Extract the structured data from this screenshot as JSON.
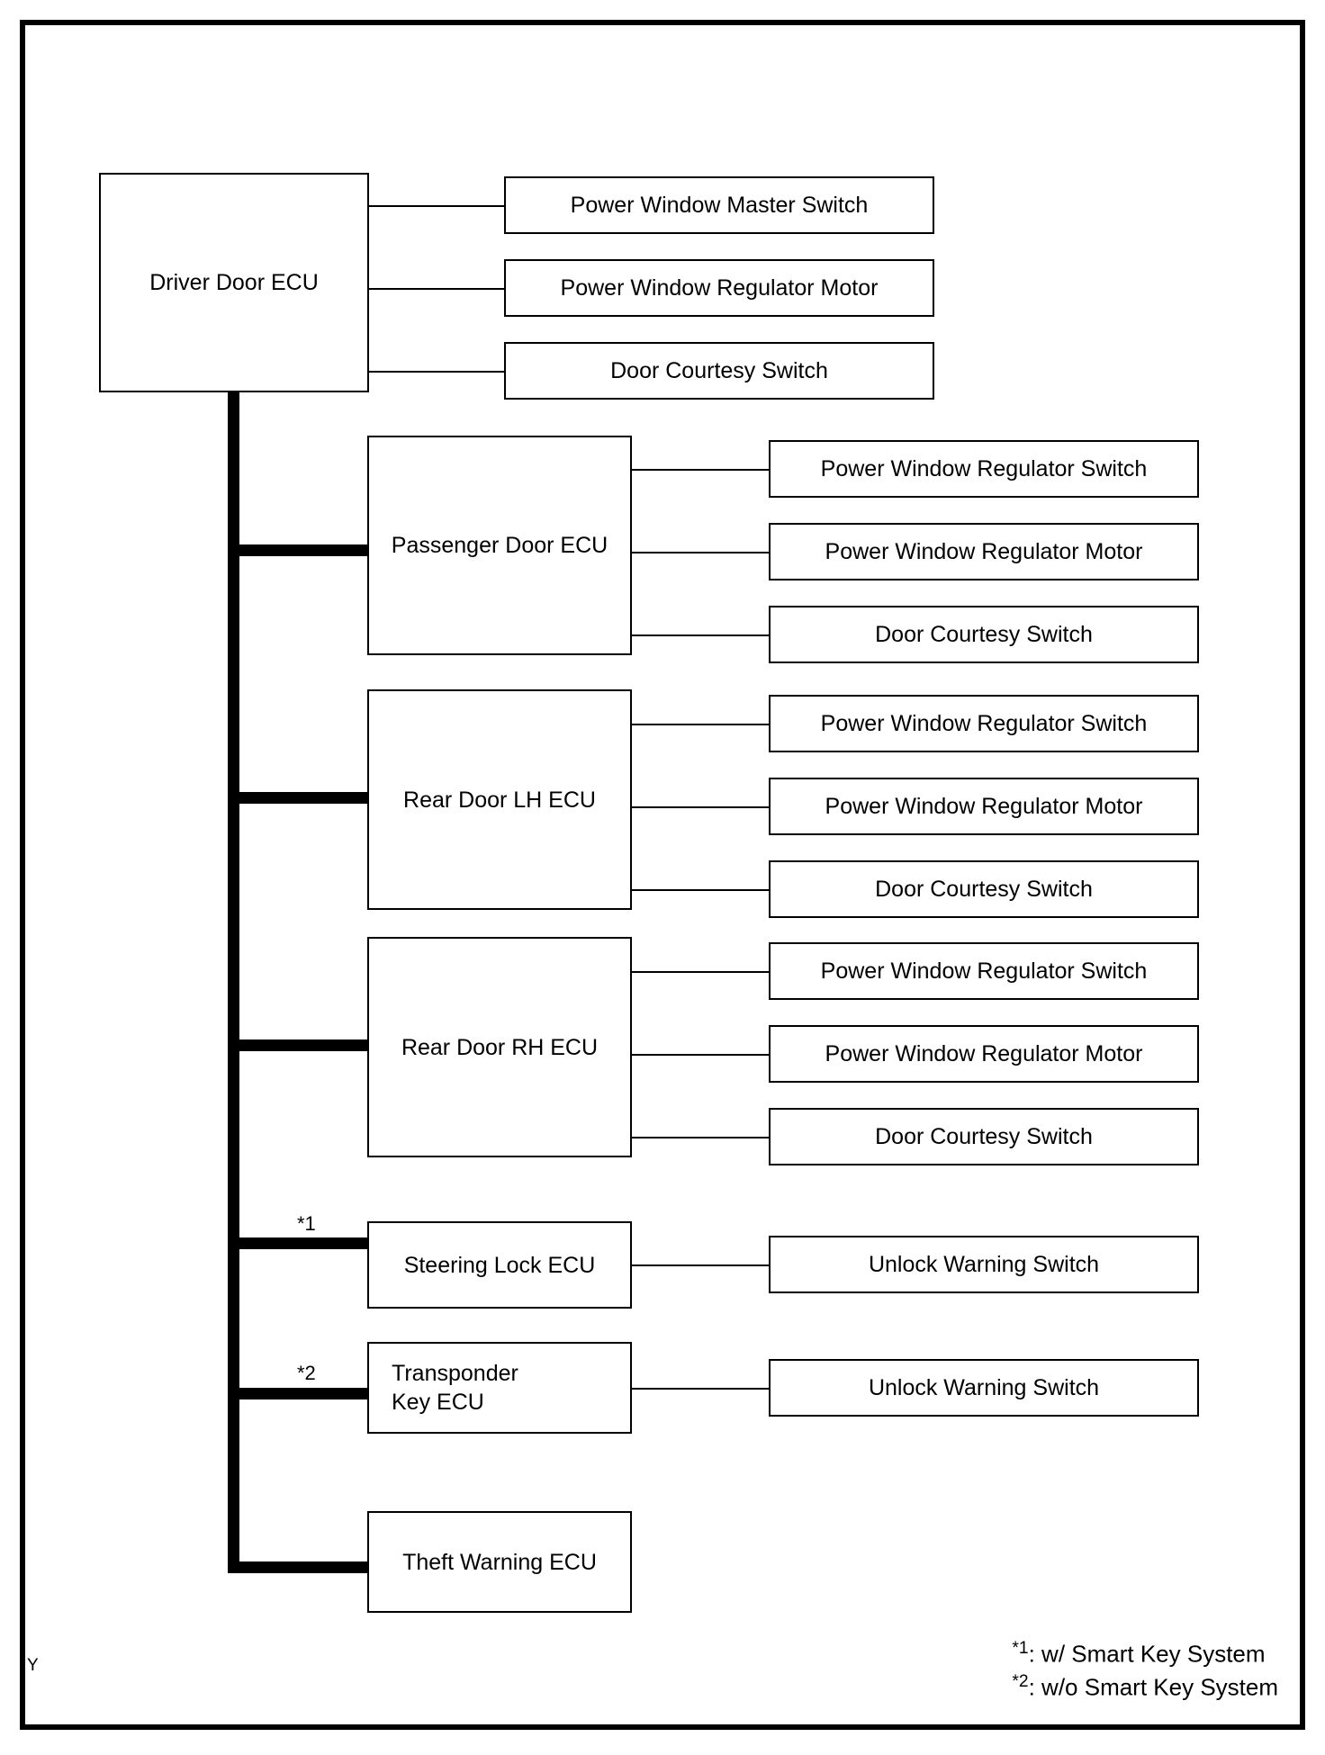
{
  "page": {
    "corner_code": "Y"
  },
  "legend": {
    "lines": [
      {
        "marker": "*1",
        "text": ": w/ Smart Key System"
      },
      {
        "marker": "*2",
        "text": ": w/o Smart Key System"
      }
    ]
  },
  "diagram": {
    "type": "block-diagram",
    "root": {
      "label": "Driver Door ECU",
      "peripherals": [
        "Power Window Master Switch",
        "Power Window Regulator Motor",
        "Door Courtesy Switch"
      ]
    },
    "bus_nodes": [
      {
        "label": "Passenger Door ECU",
        "footnote": "",
        "peripherals": [
          "Power Window Regulator Switch",
          "Power Window Regulator Motor",
          "Door Courtesy Switch"
        ]
      },
      {
        "label": "Rear Door LH ECU",
        "footnote": "",
        "peripherals": [
          "Power Window Regulator Switch",
          "Power Window Regulator Motor",
          "Door Courtesy Switch"
        ]
      },
      {
        "label": "Rear Door RH ECU",
        "footnote": "",
        "peripherals": [
          "Power Window Regulator Switch",
          "Power Window Regulator Motor",
          "Door Courtesy Switch"
        ]
      },
      {
        "label": "Steering Lock ECU",
        "footnote": "*1",
        "peripherals": [
          "Unlock Warning Switch"
        ]
      },
      {
        "label": "Transponder\nKey ECU",
        "footnote": "*2",
        "peripherals": [
          "Unlock Warning Switch"
        ]
      },
      {
        "label": "Theft Warning ECU",
        "footnote": "",
        "peripherals": []
      }
    ]
  }
}
